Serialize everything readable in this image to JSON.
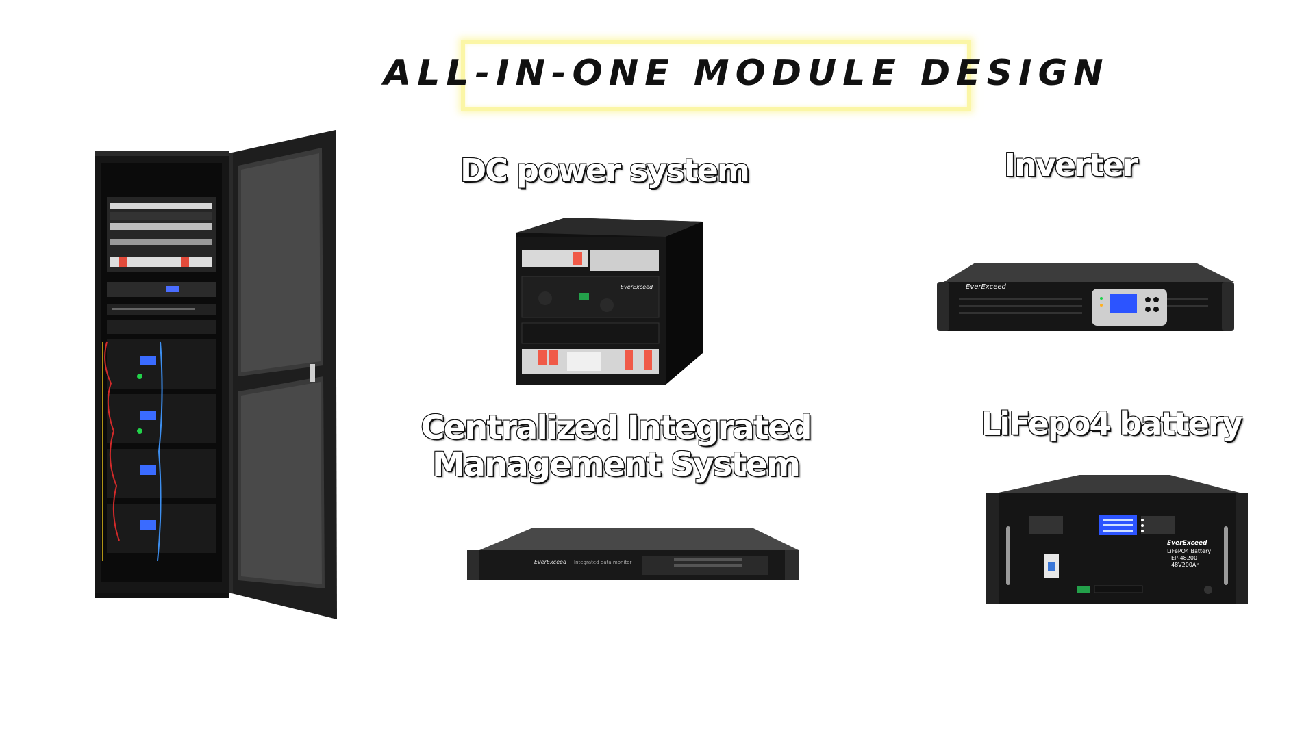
{
  "heading": {
    "title": "ALL-IN-ONE MODULE DESIGN"
  },
  "labels": {
    "dc_power": "DC power system",
    "inverter": "Inverter",
    "cims_line1": "Centralized Integrated",
    "cims_line2": "Management System",
    "battery": "LiFepo4 battery"
  },
  "device_text": {
    "brand": "EverExceed",
    "monitor_caption": "Integrated data monitor",
    "battery_model_type": "LiFePO4 Battery",
    "battery_model_no": "EP-48200",
    "battery_rating": "48V200Ah"
  },
  "colors": {
    "title_frame_glow": "#fbf6a6",
    "device_body": "#1c1c1c",
    "lcd_blue": "#2c54ff",
    "label_fill": "#ffffff",
    "label_outline": "#111111"
  }
}
